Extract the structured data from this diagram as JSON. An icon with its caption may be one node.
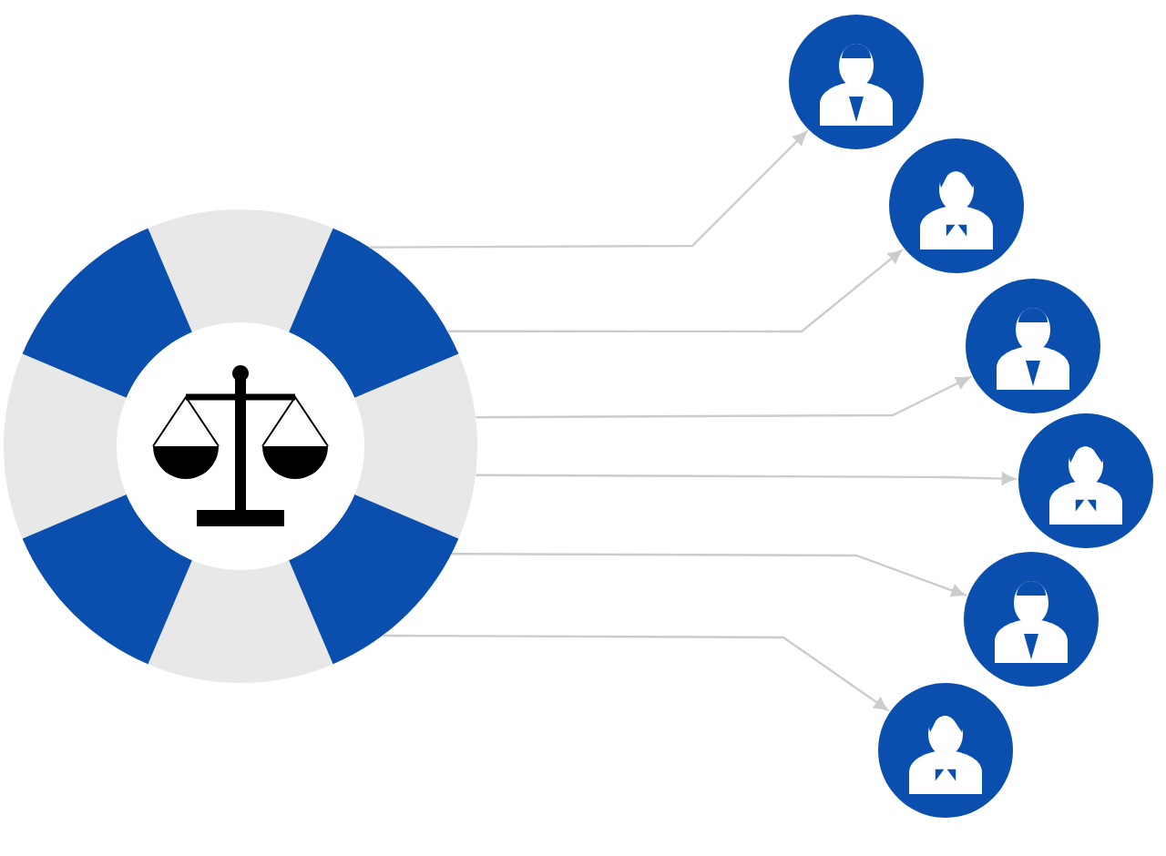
{
  "diagram": {
    "nodes": [
      {
        "text": [],
        "shape": "picture"
      },
      {
        "text": [],
        "shape": "person"
      },
      {
        "text": [],
        "shape": "person"
      },
      {
        "text": [],
        "shape": "person"
      },
      {
        "text": [],
        "shape": "person"
      },
      {
        "text": [],
        "shape": "person"
      },
      {
        "text": [],
        "shape": "person"
      }
    ],
    "edges": [
      {
        "from": 0,
        "to": 1,
        "arrow": "to"
      },
      {
        "from": 0,
        "to": 2,
        "arrow": "to"
      },
      {
        "from": 0,
        "to": 3,
        "arrow": "to"
      },
      {
        "from": 0,
        "to": 4,
        "arrow": "to"
      },
      {
        "from": 0,
        "to": 5,
        "arrow": "to"
      },
      {
        "from": 0,
        "to": 6,
        "arrow": "to"
      }
    ]
  }
}
